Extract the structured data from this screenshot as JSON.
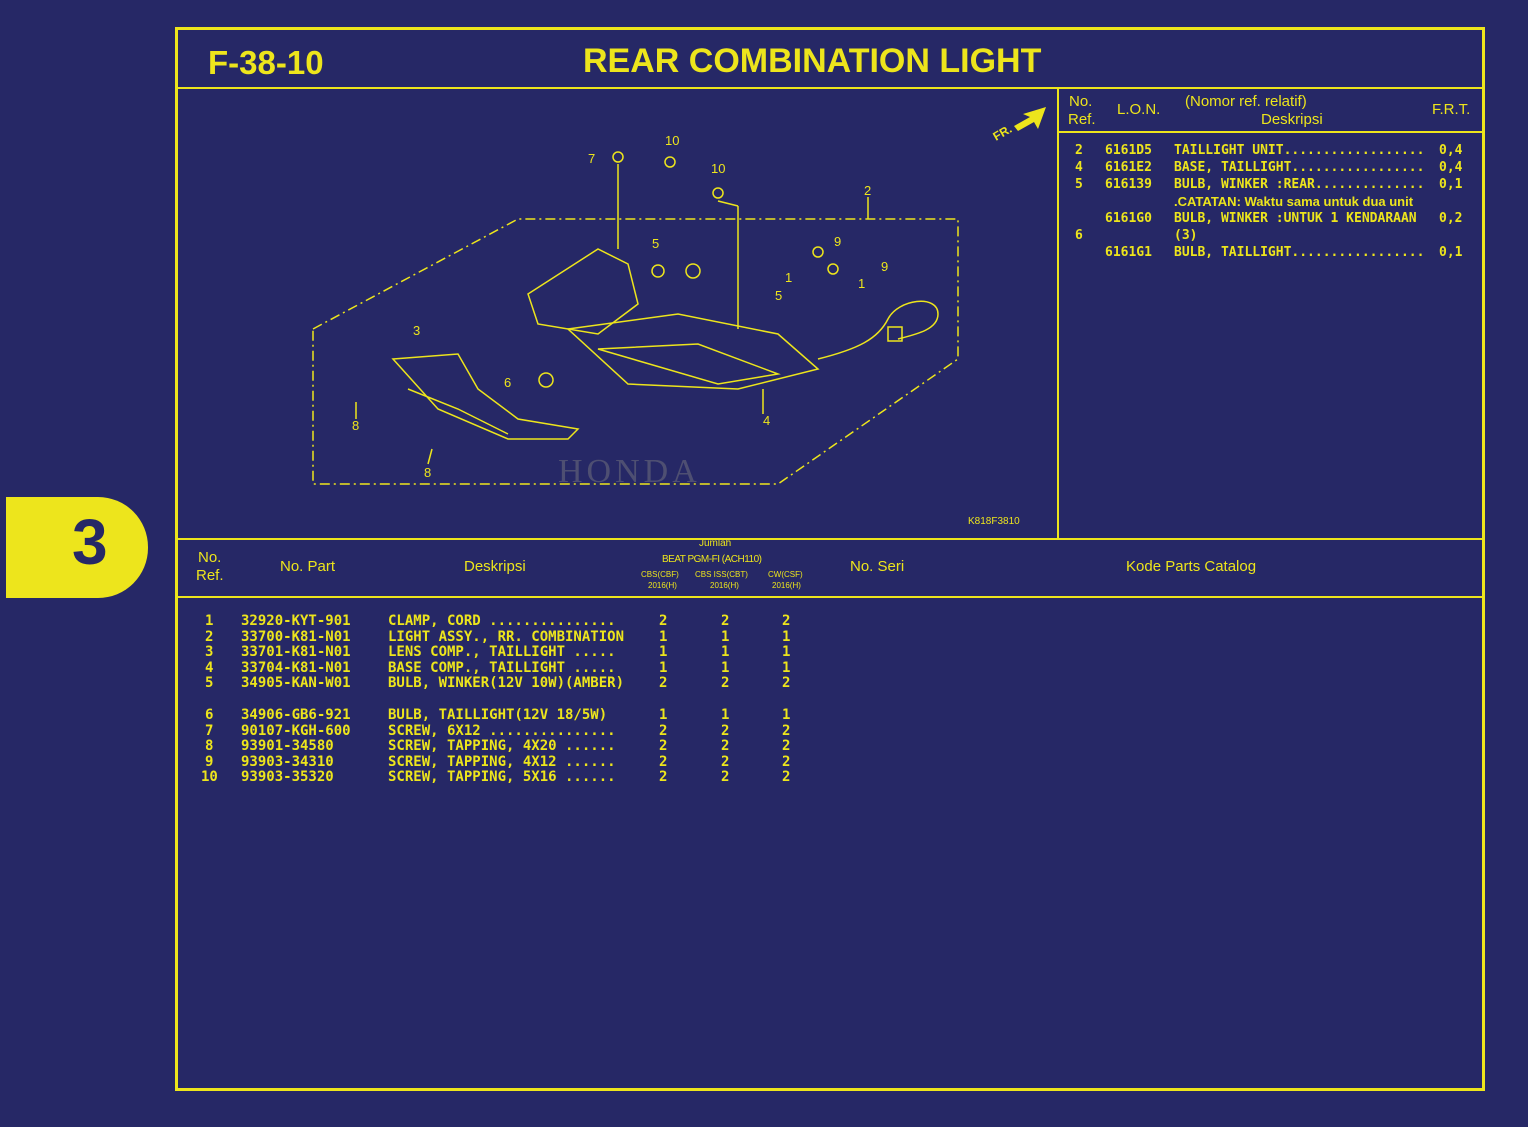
{
  "header": {
    "code": "F-38-10",
    "title": "REAR COMBINATION LIGHT"
  },
  "chapter_tab": "3",
  "diagram": {
    "direction_label": "FR.",
    "drawing_id": "K818F3810",
    "watermark": "HONDA",
    "callouts": [
      "10",
      "7",
      "10",
      "2",
      "5",
      "9",
      "1",
      "9",
      "1",
      "5",
      "3",
      "6",
      "4",
      "8",
      "8"
    ]
  },
  "frt_table": {
    "headers": {
      "no": "No.",
      "ref": "Ref.",
      "lon": "L.O.N.",
      "desc_top": "(Nomor ref. relatif)",
      "desc": "Deskripsi",
      "frt": "F.R.T."
    },
    "rows": [
      {
        "ref": "2",
        "lon": "6161D5",
        "desc": "TAILLIGHT UNIT..................",
        "frt": "0,4"
      },
      {
        "ref": "4",
        "lon": "6161E2",
        "desc": "BASE, TAILLIGHT.................",
        "frt": "0,4"
      },
      {
        "ref": "5",
        "lon": "616139",
        "desc": "BULB, WINKER :REAR..............",
        "frt": "0,1"
      },
      {
        "ref": "",
        "lon": "",
        "desc": ".CATATAN: Waktu sama untuk dua unit",
        "frt": ""
      },
      {
        "ref": "",
        "lon": "6161G0",
        "desc": "BULB, WINKER :UNTUK 1 KENDARAAN",
        "frt": "0,2"
      },
      {
        "ref": "6",
        "lon": "",
        "desc": "(3)",
        "frt": ""
      },
      {
        "ref": "",
        "lon": "6161G1",
        "desc": "BULB, TAILLIGHT.................",
        "frt": "0,1"
      }
    ]
  },
  "parts_table": {
    "headers": {
      "no": "No.",
      "ref": "Ref.",
      "part": "No. Part",
      "desc": "Deskripsi",
      "qty": "Jumlah",
      "model": "BEAT PGM-FI (ACH110)",
      "variants": [
        {
          "name": "CBS(CBF)",
          "year": "2016(H)"
        },
        {
          "name": "CBS ISS(CBT)",
          "year": "2016(H)"
        },
        {
          "name": "CW(CSF)",
          "year": "2016(H)"
        }
      ],
      "serial": "No. Seri",
      "catalog": "Kode Parts Catalog"
    },
    "rows": [
      {
        "ref": "1",
        "part": "32920-KYT-901",
        "desc": "CLAMP, CORD ...............",
        "q": [
          "2",
          "2",
          "2"
        ]
      },
      {
        "ref": "2",
        "part": "33700-K81-N01",
        "desc": "LIGHT ASSY., RR. COMBINATION",
        "q": [
          "1",
          "1",
          "1"
        ]
      },
      {
        "ref": "3",
        "part": "33701-K81-N01",
        "desc": "LENS COMP., TAILLIGHT .....",
        "q": [
          "1",
          "1",
          "1"
        ]
      },
      {
        "ref": "4",
        "part": "33704-K81-N01",
        "desc": "BASE COMP., TAILLIGHT .....",
        "q": [
          "1",
          "1",
          "1"
        ]
      },
      {
        "ref": "5",
        "part": "34905-KAN-W01",
        "desc": "BULB, WINKER(12V 10W)(AMBER)",
        "q": [
          "2",
          "2",
          "2"
        ]
      },
      {
        "ref": "6",
        "part": "34906-GB6-921",
        "desc": "BULB, TAILLIGHT(12V 18/5W)",
        "q": [
          "1",
          "1",
          "1"
        ]
      },
      {
        "ref": "7",
        "part": "90107-KGH-600",
        "desc": "SCREW, 6X12 ...............",
        "q": [
          "2",
          "2",
          "2"
        ]
      },
      {
        "ref": "8",
        "part": "93901-34580",
        "desc": "SCREW, TAPPING, 4X20 ......",
        "q": [
          "2",
          "2",
          "2"
        ]
      },
      {
        "ref": "9",
        "part": "93903-34310",
        "desc": "SCREW, TAPPING, 4X12 ......",
        "q": [
          "2",
          "2",
          "2"
        ]
      },
      {
        "ref": "10",
        "part": "93903-35320",
        "desc": "SCREW, TAPPING, 5X16 ......",
        "q": [
          "2",
          "2",
          "2"
        ]
      }
    ]
  },
  "colors": {
    "background": "#262866",
    "line": "#ede51c"
  }
}
